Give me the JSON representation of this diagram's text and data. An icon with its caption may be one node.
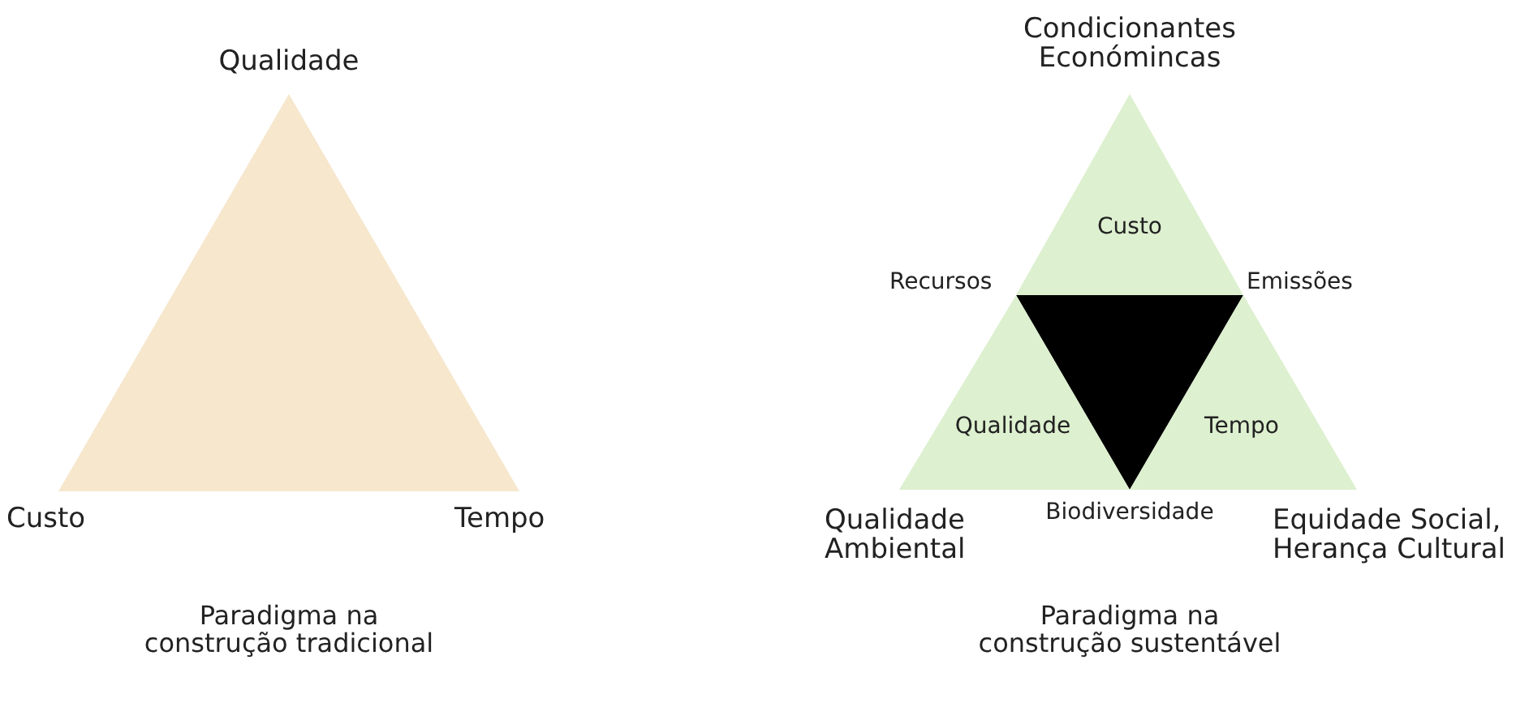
{
  "diagram": {
    "nodes": [
      {
        "text": [],
        "shape": "triangle"
      },
      {
        "text": [
          "Custo"
        ]
      },
      {
        "text": [],
        "shape": "triangle"
      },
      {
        "text": [
          "Qualidade"
        ]
      },
      {
        "text": [
          "Tempo"
        ]
      }
    ],
    "labels": [
      "Qualidade",
      "Custo",
      "Tempo",
      "Paradigma na construção tradicional",
      "Condicionantes Económincas",
      "Recursos",
      "Emissões",
      "Qualidade Ambiental",
      "Biodiversidade",
      "Equidade Social, Herança Cultural",
      "Paradigma na construção sustentável"
    ]
  }
}
